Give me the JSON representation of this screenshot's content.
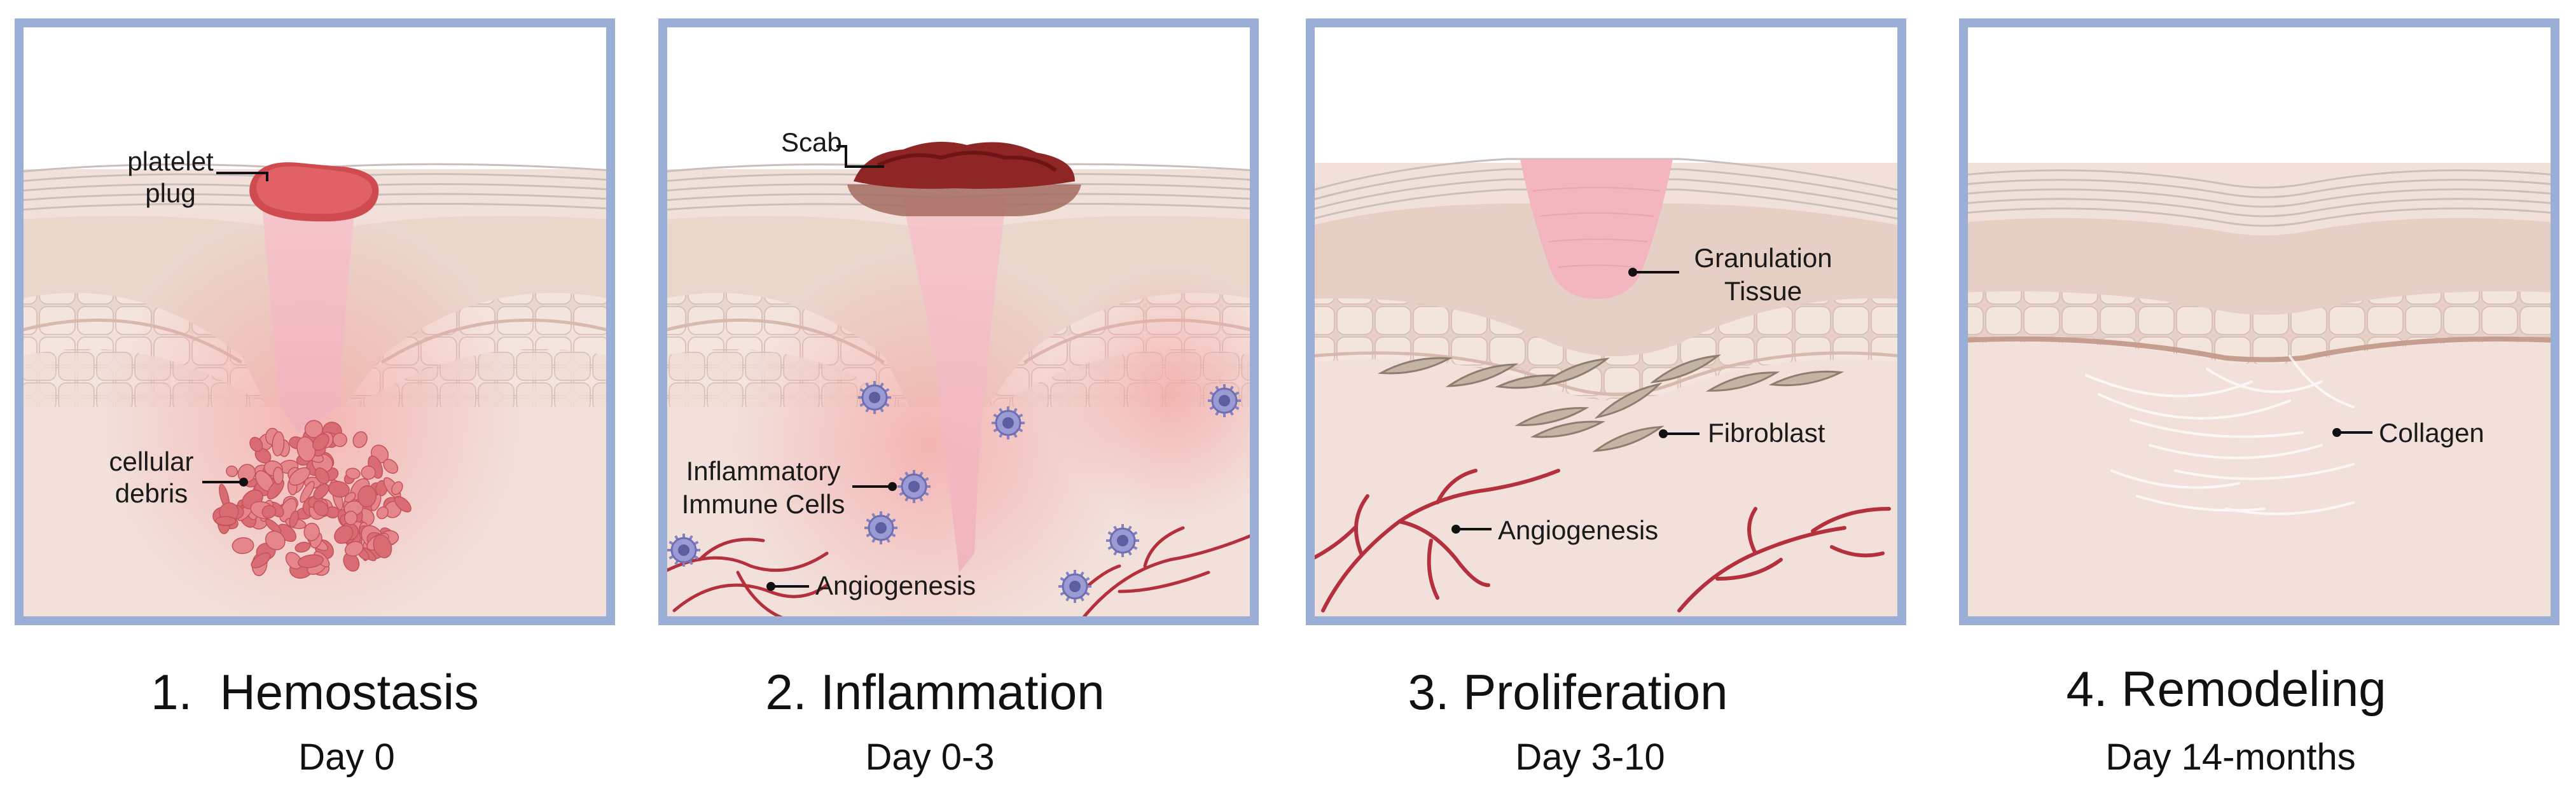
{
  "colors": {
    "panel_border": "#9aaed6",
    "dermis": "#f0dcd6",
    "epidermis": "#e6cfc4",
    "surface_lines": "#cfc6c2",
    "platelet": "#d9555a",
    "scab": "#8e2626",
    "vessel": "#b5303d",
    "immune_cell": "#8383c4",
    "granulation": "#f3b6c0"
  },
  "panels": [
    {
      "id": "hemostasis",
      "title": "1.  Hemostasis",
      "subtitle": "Day 0",
      "labels": [
        {
          "key": "platelet",
          "lines": [
            "platelet",
            "plug"
          ]
        },
        {
          "key": "debris",
          "lines": [
            "cellular",
            "debris"
          ]
        }
      ]
    },
    {
      "id": "inflammation",
      "title": "2. Inflammation",
      "subtitle": "Day 0-3",
      "labels": [
        {
          "key": "scab",
          "lines": [
            "Scab"
          ]
        },
        {
          "key": "immune",
          "lines": [
            "Inflammatory",
            "Immune Cells"
          ]
        },
        {
          "key": "angio",
          "lines": [
            "Angiogenesis"
          ]
        }
      ]
    },
    {
      "id": "proliferation",
      "title": "3. Proliferation",
      "subtitle": "Day 3-10",
      "labels": [
        {
          "key": "granulation",
          "lines": [
            "Granulation",
            "Tissue"
          ]
        },
        {
          "key": "fibroblast",
          "lines": [
            "Fibroblast"
          ]
        },
        {
          "key": "angio",
          "lines": [
            "Angiogenesis"
          ]
        }
      ]
    },
    {
      "id": "remodeling",
      "title": "4. Remodeling",
      "subtitle": "Day 14-months",
      "labels": [
        {
          "key": "collagen",
          "lines": [
            "Collagen"
          ]
        }
      ]
    }
  ]
}
